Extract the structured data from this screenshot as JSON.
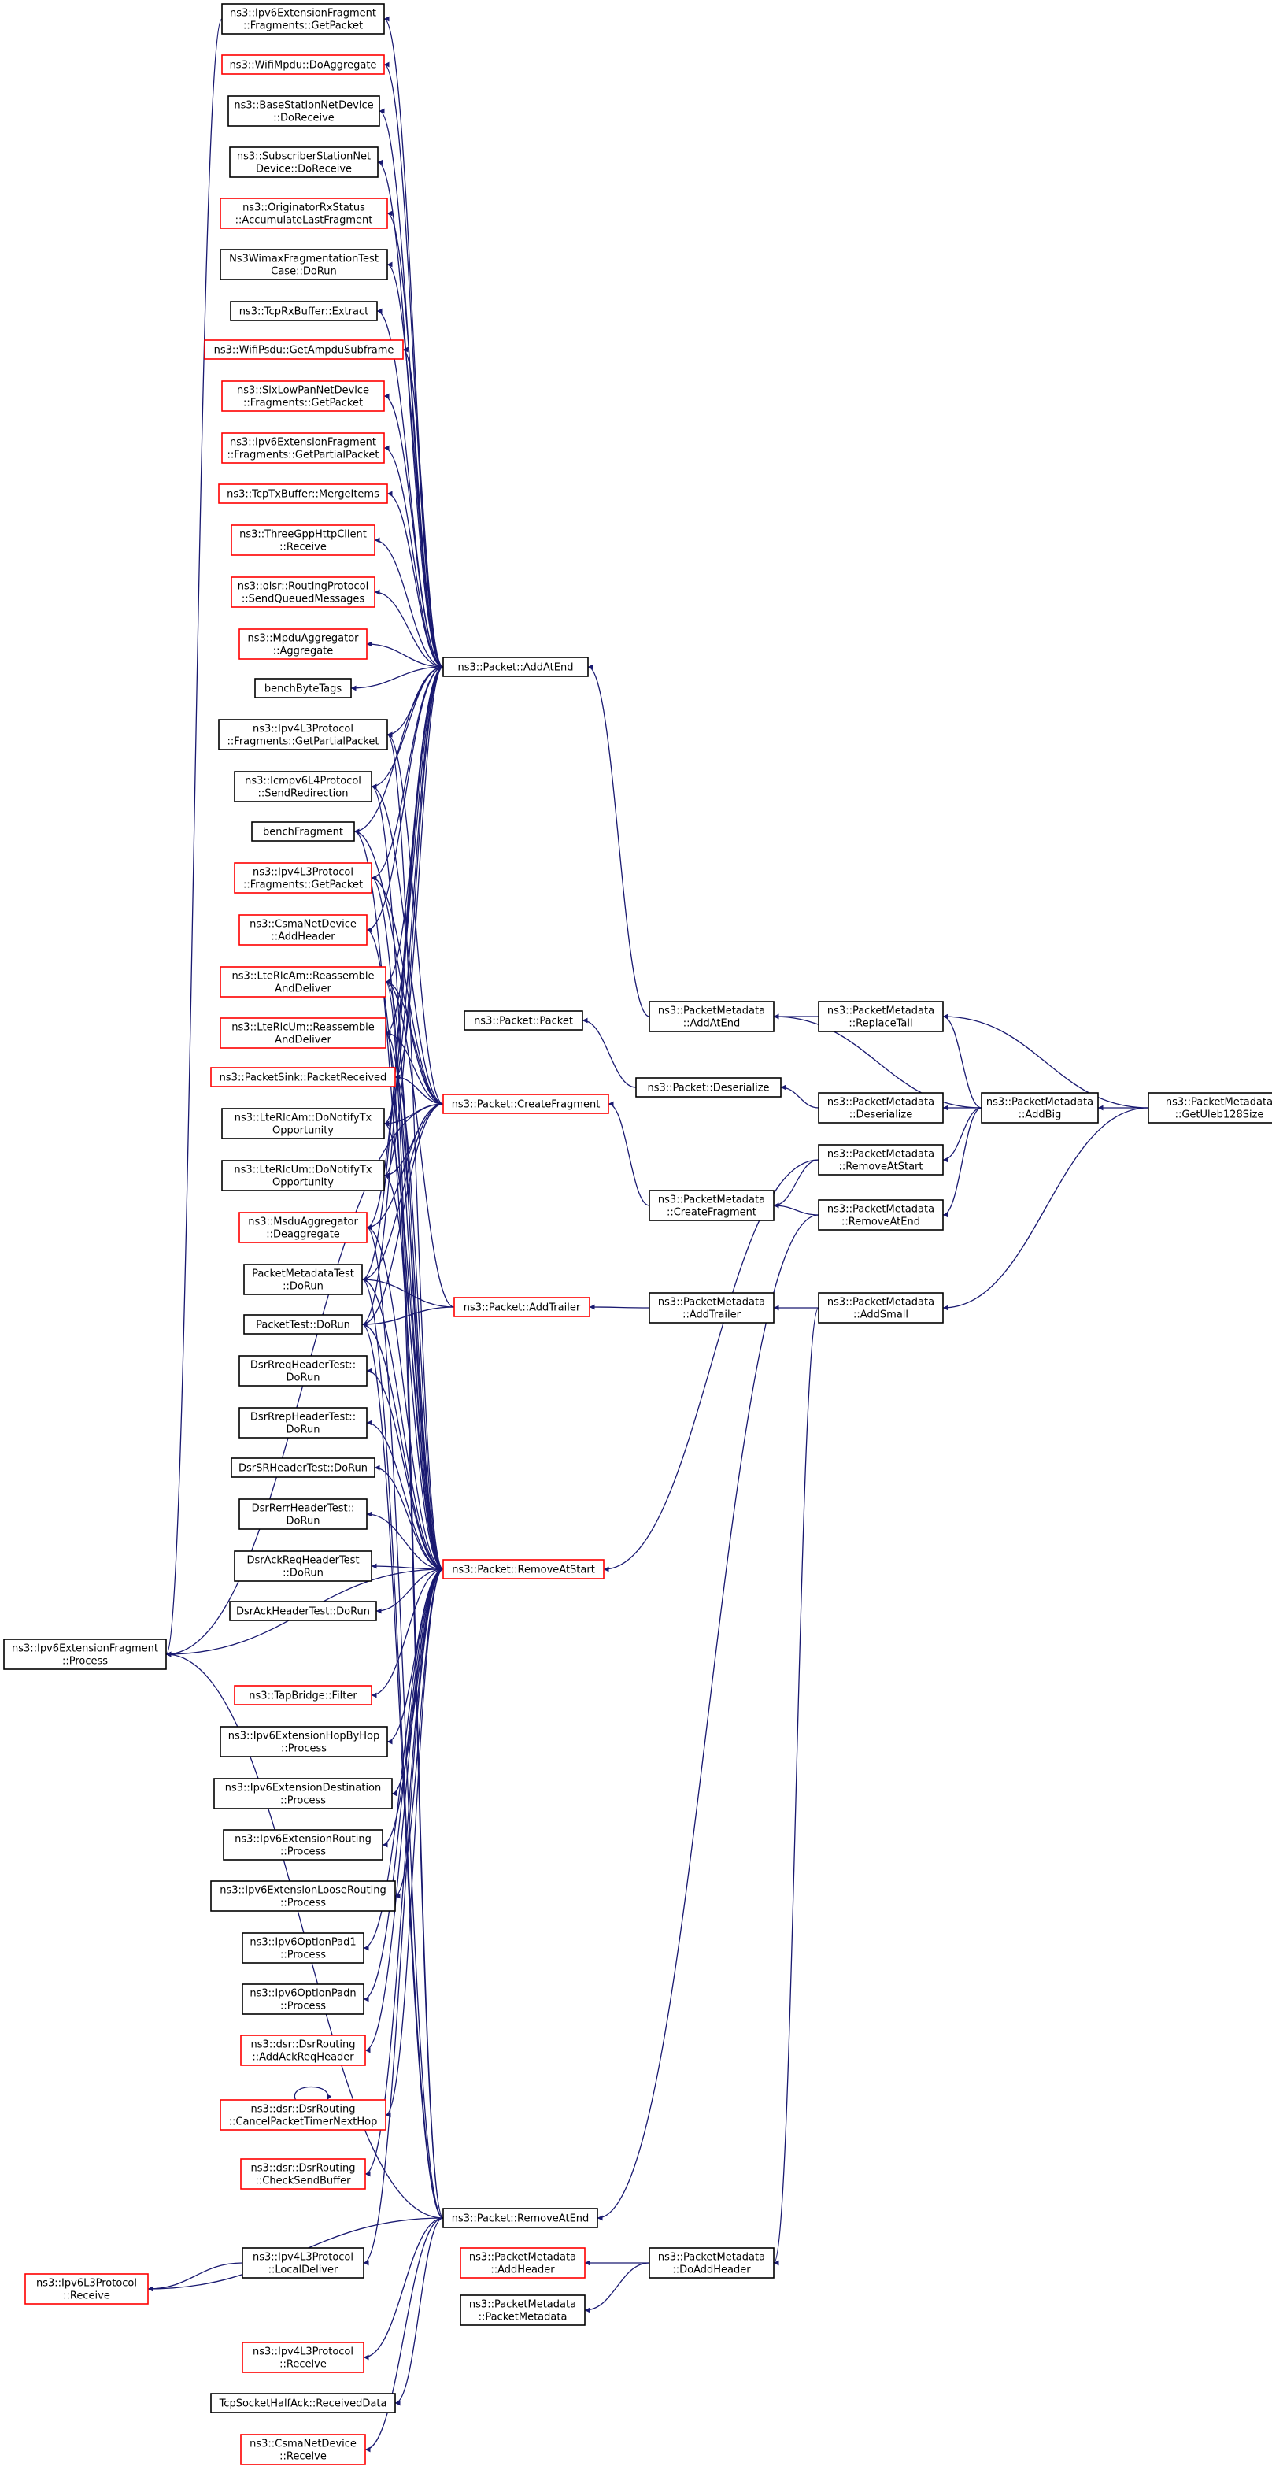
{
  "colors": {
    "edge": "#191970",
    "border_normal": "#000000",
    "border_truncated": "#ff0000",
    "fill_root": "#bfbfbf",
    "fill_normal": "#ffffff",
    "text": "#000000"
  },
  "nodes": [
    {
      "id": "n_getuleb",
      "lines": [
        "ns3::PacketMetadata",
        "::GetUleb128Size"
      ],
      "style": "root"
    },
    {
      "id": "n_addbig",
      "lines": [
        "ns3::PacketMetadata",
        "::AddBig"
      ],
      "style": "normal"
    },
    {
      "id": "n_addsmall",
      "lines": [
        "ns3::PacketMetadata",
        "::AddSmall"
      ],
      "style": "normal"
    },
    {
      "id": "n_replacetail",
      "lines": [
        "ns3::PacketMetadata",
        "::ReplaceTail"
      ],
      "style": "normal"
    },
    {
      "id": "n_pm_deserialize",
      "lines": [
        "ns3::PacketMetadata",
        "::Deserialize"
      ],
      "style": "normal"
    },
    {
      "id": "n_pm_removeatstart",
      "lines": [
        "ns3::PacketMetadata",
        "::RemoveAtStart"
      ],
      "style": "normal"
    },
    {
      "id": "n_pm_removeatend",
      "lines": [
        "ns3::PacketMetadata",
        "::RemoveAtEnd"
      ],
      "style": "normal"
    },
    {
      "id": "n_pm_addatend",
      "lines": [
        "ns3::PacketMetadata",
        "::AddAtEnd"
      ],
      "style": "normal"
    },
    {
      "id": "n_pm_createfragment",
      "lines": [
        "ns3::PacketMetadata",
        "::CreateFragment"
      ],
      "style": "normal"
    },
    {
      "id": "n_pm_addtrailer",
      "lines": [
        "ns3::PacketMetadata",
        "::AddTrailer"
      ],
      "style": "normal"
    },
    {
      "id": "n_pm_doaddheader",
      "lines": [
        "ns3::PacketMetadata",
        "::DoAddHeader"
      ],
      "style": "normal"
    },
    {
      "id": "n_packet_deserialize",
      "lines": [
        "ns3::Packet::Deserialize"
      ],
      "style": "normal"
    },
    {
      "id": "n_packet_packet",
      "lines": [
        "ns3::Packet::Packet"
      ],
      "style": "normal"
    },
    {
      "id": "n_packet_addatend",
      "lines": [
        "ns3::Packet::AddAtEnd"
      ],
      "style": "normal"
    },
    {
      "id": "n_packet_createfragment",
      "lines": [
        "ns3::Packet::CreateFragment"
      ],
      "style": "truncated"
    },
    {
      "id": "n_packet_addtrailer",
      "lines": [
        "ns3::Packet::AddTrailer"
      ],
      "style": "truncated"
    },
    {
      "id": "n_packet_removeatstart",
      "lines": [
        "ns3::Packet::RemoveAtStart"
      ],
      "style": "truncated"
    },
    {
      "id": "n_packet_removeatend",
      "lines": [
        "ns3::Packet::RemoveAtEnd"
      ],
      "style": "normal"
    },
    {
      "id": "n_pm_addheader",
      "lines": [
        "ns3::PacketMetadata",
        "::AddHeader"
      ],
      "style": "truncated"
    },
    {
      "id": "n_pm_packetmetadata",
      "lines": [
        "ns3::PacketMetadata",
        "::PacketMetadata"
      ],
      "style": "normal"
    },
    {
      "id": "n_ipv6frag_getpacket",
      "lines": [
        "ns3::Ipv6ExtensionFragment",
        "::Fragments::GetPacket"
      ],
      "style": "normal"
    },
    {
      "id": "n_wifimpdu",
      "lines": [
        "ns3::WifiMpdu::DoAggregate"
      ],
      "style": "truncated"
    },
    {
      "id": "n_bsnd",
      "lines": [
        "ns3::BaseStationNetDevice",
        "::DoReceive"
      ],
      "style": "normal"
    },
    {
      "id": "n_ssnd",
      "lines": [
        "ns3::SubscriberStationNet",
        "Device::DoReceive"
      ],
      "style": "normal"
    },
    {
      "id": "n_origrx",
      "lines": [
        "ns3::OriginatorRxStatus",
        "::AccumulateLastFragment"
      ],
      "style": "truncated"
    },
    {
      "id": "n_wimaxfrag",
      "lines": [
        "Ns3WimaxFragmentationTest",
        "Case::DoRun"
      ],
      "style": "normal"
    },
    {
      "id": "n_tcprx",
      "lines": [
        "ns3::TcpRxBuffer::Extract"
      ],
      "style": "normal"
    },
    {
      "id": "n_wifipsdu",
      "lines": [
        "ns3::WifiPsdu::GetAmpduSubframe"
      ],
      "style": "truncated"
    },
    {
      "id": "n_sixlowpan",
      "lines": [
        "ns3::SixLowPanNetDevice",
        "::Fragments::GetPacket"
      ],
      "style": "truncated"
    },
    {
      "id": "n_ipv6frag_partial",
      "lines": [
        "ns3::Ipv6ExtensionFragment",
        "::Fragments::GetPartialPacket"
      ],
      "style": "truncated"
    },
    {
      "id": "n_tcptx",
      "lines": [
        "ns3::TcpTxBuffer::MergeItems"
      ],
      "style": "truncated"
    },
    {
      "id": "n_threegpp",
      "lines": [
        "ns3::ThreeGppHttpClient",
        "::Receive"
      ],
      "style": "truncated"
    },
    {
      "id": "n_olsr",
      "lines": [
        "ns3::olsr::RoutingProtocol",
        "::SendQueuedMessages"
      ],
      "style": "truncated"
    },
    {
      "id": "n_mpduagg",
      "lines": [
        "ns3::MpduAggregator",
        "::Aggregate"
      ],
      "style": "truncated"
    },
    {
      "id": "n_benchbytetags",
      "lines": [
        "benchByteTags"
      ],
      "style": "normal"
    },
    {
      "id": "n_ipv4l3_partial",
      "lines": [
        "ns3::Ipv4L3Protocol",
        "::Fragments::GetPartialPacket"
      ],
      "style": "normal"
    },
    {
      "id": "n_icmpv6",
      "lines": [
        "ns3::Icmpv6L4Protocol",
        "::SendRedirection"
      ],
      "style": "normal"
    },
    {
      "id": "n_benchfragment",
      "lines": [
        "benchFragment"
      ],
      "style": "normal"
    },
    {
      "id": "n_ipv4l3_getpacket",
      "lines": [
        "ns3::Ipv4L3Protocol",
        "::Fragments::GetPacket"
      ],
      "style": "truncated"
    },
    {
      "id": "n_csma_addheader",
      "lines": [
        "ns3::CsmaNetDevice",
        "::AddHeader"
      ],
      "style": "truncated"
    },
    {
      "id": "n_lterlcam",
      "lines": [
        "ns3::LteRlcAm::Reassemble",
        "AndDeliver"
      ],
      "style": "truncated"
    },
    {
      "id": "n_lterlcum",
      "lines": [
        "ns3::LteRlcUm::Reassemble",
        "AndDeliver"
      ],
      "style": "truncated"
    },
    {
      "id": "n_packetsink",
      "lines": [
        "ns3::PacketSink::PacketReceived"
      ],
      "style": "truncated"
    },
    {
      "id": "n_lterlcam_tx",
      "lines": [
        "ns3::LteRlcAm::DoNotifyTx",
        "Opportunity"
      ],
      "style": "normal"
    },
    {
      "id": "n_lterlcum_tx",
      "lines": [
        "ns3::LteRlcUm::DoNotifyTx",
        "Opportunity"
      ],
      "style": "normal"
    },
    {
      "id": "n_msduagg",
      "lines": [
        "ns3::MsduAggregator",
        "::Deaggregate"
      ],
      "style": "truncated"
    },
    {
      "id": "n_pmtest",
      "lines": [
        "PacketMetadataTest",
        "::DoRun"
      ],
      "style": "normal"
    },
    {
      "id": "n_packettest",
      "lines": [
        "PacketTest::DoRun"
      ],
      "style": "normal"
    },
    {
      "id": "n_dsrrreq",
      "lines": [
        "DsrRreqHeaderTest::",
        "DoRun"
      ],
      "style": "normal"
    },
    {
      "id": "n_dsrrrep",
      "lines": [
        "DsrRrepHeaderTest::",
        "DoRun"
      ],
      "style": "normal"
    },
    {
      "id": "n_dsrsr",
      "lines": [
        "DsrSRHeaderTest::DoRun"
      ],
      "style": "normal"
    },
    {
      "id": "n_dsrrerr",
      "lines": [
        "DsrRerrHeaderTest::",
        "DoRun"
      ],
      "style": "normal"
    },
    {
      "id": "n_dsrackreq",
      "lines": [
        "DsrAckReqHeaderTest",
        "::DoRun"
      ],
      "style": "normal"
    },
    {
      "id": "n_dsrack",
      "lines": [
        "DsrAckHeaderTest::DoRun"
      ],
      "style": "normal"
    },
    {
      "id": "n_ipv6frag_process",
      "lines": [
        "ns3::Ipv6ExtensionFragment",
        "::Process"
      ],
      "style": "normal"
    },
    {
      "id": "n_tapbridge",
      "lines": [
        "ns3::TapBridge::Filter"
      ],
      "style": "truncated"
    },
    {
      "id": "n_ipv6hopbyhop",
      "lines": [
        "ns3::Ipv6ExtensionHopByHop",
        "::Process"
      ],
      "style": "normal"
    },
    {
      "id": "n_ipv6dest",
      "lines": [
        "ns3::Ipv6ExtensionDestination",
        "::Process"
      ],
      "style": "normal"
    },
    {
      "id": "n_ipv6routing",
      "lines": [
        "ns3::Ipv6ExtensionRouting",
        "::Process"
      ],
      "style": "normal"
    },
    {
      "id": "n_ipv6loose",
      "lines": [
        "ns3::Ipv6ExtensionLooseRouting",
        "::Process"
      ],
      "style": "normal"
    },
    {
      "id": "n_ipv6pad1",
      "lines": [
        "ns3::Ipv6OptionPad1",
        "::Process"
      ],
      "style": "normal"
    },
    {
      "id": "n_ipv6padn",
      "lines": [
        "ns3::Ipv6OptionPadn",
        "::Process"
      ],
      "style": "normal"
    },
    {
      "id": "n_dsr_addack",
      "lines": [
        "ns3::dsr::DsrRouting",
        "::AddAckReqHeader"
      ],
      "style": "truncated"
    },
    {
      "id": "n_dsr_cancel",
      "lines": [
        "ns3::dsr::DsrRouting",
        "::CancelPacketTimerNextHop"
      ],
      "style": "truncated"
    },
    {
      "id": "n_dsr_checksend",
      "lines": [
        "ns3::dsr::DsrRouting",
        "::CheckSendBuffer"
      ],
      "style": "truncated"
    },
    {
      "id": "n_ipv6l3_receive",
      "lines": [
        "ns3::Ipv6L3Protocol",
        "::Receive"
      ],
      "style": "truncated"
    },
    {
      "id": "n_ipv4l3_localdeliver",
      "lines": [
        "ns3::Ipv4L3Protocol",
        "::LocalDeliver"
      ],
      "style": "normal"
    },
    {
      "id": "n_ipv4l3_receive",
      "lines": [
        "ns3::Ipv4L3Protocol",
        "::Receive"
      ],
      "style": "truncated"
    },
    {
      "id": "n_tcphalfack",
      "lines": [
        "TcpSocketHalfAck::ReceivedData"
      ],
      "style": "normal"
    },
    {
      "id": "n_csma_receive",
      "lines": [
        "ns3::CsmaNetDevice",
        "::Receive"
      ],
      "style": "truncated"
    }
  ],
  "edges": [
    [
      "n_addbig",
      "n_getuleb"
    ],
    [
      "n_addsmall",
      "n_getuleb"
    ],
    [
      "n_replacetail",
      "n_getuleb"
    ],
    [
      "n_replacetail",
      "n_addbig"
    ],
    [
      "n_pm_deserialize",
      "n_addbig"
    ],
    [
      "n_pm_removeatstart",
      "n_addbig"
    ],
    [
      "n_pm_removeatend",
      "n_addbig"
    ],
    [
      "n_pm_addatend",
      "n_addbig"
    ],
    [
      "n_pm_addatend",
      "n_replacetail"
    ],
    [
      "n_packet_deserialize",
      "n_pm_deserialize"
    ],
    [
      "n_packet_packet",
      "n_packet_deserialize"
    ],
    [
      "n_pm_createfragment",
      "n_pm_removeatstart"
    ],
    [
      "n_pm_createfragment",
      "n_pm_removeatend"
    ],
    [
      "n_pm_addtrailer",
      "n_addsmall"
    ],
    [
      "n_pm_doaddheader",
      "n_addsmall"
    ],
    [
      "n_packet_addatend",
      "n_pm_addatend"
    ],
    [
      "n_packet_createfragment",
      "n_pm_createfragment"
    ],
    [
      "n_packet_addtrailer",
      "n_pm_addtrailer"
    ],
    [
      "n_packet_removeatstart",
      "n_pm_removeatstart"
    ],
    [
      "n_packet_removeatend",
      "n_pm_removeatend"
    ],
    [
      "n_pm_addheader",
      "n_pm_doaddheader"
    ],
    [
      "n_pm_packetmetadata",
      "n_pm_doaddheader"
    ],
    [
      "n_ipv6frag_getpacket",
      "n_packet_addatend"
    ],
    [
      "n_wifimpdu",
      "n_packet_addatend"
    ],
    [
      "n_bsnd",
      "n_packet_addatend"
    ],
    [
      "n_ssnd",
      "n_packet_addatend"
    ],
    [
      "n_origrx",
      "n_packet_addatend"
    ],
    [
      "n_wimaxfrag",
      "n_packet_addatend"
    ],
    [
      "n_tcprx",
      "n_packet_addatend"
    ],
    [
      "n_wifipsdu",
      "n_packet_addatend"
    ],
    [
      "n_sixlowpan",
      "n_packet_addatend"
    ],
    [
      "n_ipv6frag_partial",
      "n_packet_addatend"
    ],
    [
      "n_tcptx",
      "n_packet_addatend"
    ],
    [
      "n_threegpp",
      "n_packet_addatend"
    ],
    [
      "n_olsr",
      "n_packet_addatend"
    ],
    [
      "n_mpduagg",
      "n_packet_addatend"
    ],
    [
      "n_benchbytetags",
      "n_packet_addatend"
    ],
    [
      "n_ipv4l3_partial",
      "n_packet_addatend"
    ],
    [
      "n_icmpv6",
      "n_packet_addatend"
    ],
    [
      "n_benchfragment",
      "n_packet_addatend"
    ],
    [
      "n_ipv4l3_getpacket",
      "n_packet_addatend"
    ],
    [
      "n_csma_addheader",
      "n_packet_addatend"
    ],
    [
      "n_lterlcam",
      "n_packet_addatend"
    ],
    [
      "n_lterlcum",
      "n_packet_addatend"
    ],
    [
      "n_packetsink",
      "n_packet_addatend"
    ],
    [
      "n_lterlcam_tx",
      "n_packet_addatend"
    ],
    [
      "n_lterlcum_tx",
      "n_packet_addatend"
    ],
    [
      "n_msduagg",
      "n_packet_addatend"
    ],
    [
      "n_pmtest",
      "n_packet_addatend"
    ],
    [
      "n_packettest",
      "n_packet_addatend"
    ],
    [
      "n_ipv4l3_partial",
      "n_packet_createfragment"
    ],
    [
      "n_icmpv6",
      "n_packet_createfragment"
    ],
    [
      "n_benchfragment",
      "n_packet_createfragment"
    ],
    [
      "n_ipv4l3_getpacket",
      "n_packet_createfragment"
    ],
    [
      "n_lterlcam",
      "n_packet_createfragment"
    ],
    [
      "n_lterlcum",
      "n_packet_createfragment"
    ],
    [
      "n_packetsink",
      "n_packet_createfragment"
    ],
    [
      "n_lterlcam_tx",
      "n_packet_createfragment"
    ],
    [
      "n_lterlcum_tx",
      "n_packet_createfragment"
    ],
    [
      "n_msduagg",
      "n_packet_createfragment"
    ],
    [
      "n_pmtest",
      "n_packet_createfragment"
    ],
    [
      "n_packettest",
      "n_packet_createfragment"
    ],
    [
      "n_ipv6frag_process",
      "n_packet_createfragment"
    ],
    [
      "n_lterlcam",
      "n_packet_addtrailer"
    ],
    [
      "n_pmtest",
      "n_packet_addtrailer"
    ],
    [
      "n_packettest",
      "n_packet_addtrailer"
    ],
    [
      "n_ipv4l3_partial",
      "n_packet_removeatstart"
    ],
    [
      "n_icmpv6",
      "n_packet_removeatstart"
    ],
    [
      "n_benchfragment",
      "n_packet_removeatstart"
    ],
    [
      "n_ipv4l3_getpacket",
      "n_packet_removeatstart"
    ],
    [
      "n_csma_addheader",
      "n_packet_removeatstart"
    ],
    [
      "n_lterlcam",
      "n_packet_removeatstart"
    ],
    [
      "n_lterlcum",
      "n_packet_removeatstart"
    ],
    [
      "n_packetsink",
      "n_packet_removeatstart"
    ],
    [
      "n_lterlcam_tx",
      "n_packet_removeatstart"
    ],
    [
      "n_lterlcum_tx",
      "n_packet_removeatstart"
    ],
    [
      "n_msduagg",
      "n_packet_removeatstart"
    ],
    [
      "n_pmtest",
      "n_packet_removeatstart"
    ],
    [
      "n_packettest",
      "n_packet_removeatstart"
    ],
    [
      "n_dsrrreq",
      "n_packet_removeatstart"
    ],
    [
      "n_dsrrrep",
      "n_packet_removeatstart"
    ],
    [
      "n_dsrsr",
      "n_packet_removeatstart"
    ],
    [
      "n_dsrrerr",
      "n_packet_removeatstart"
    ],
    [
      "n_dsrackreq",
      "n_packet_removeatstart"
    ],
    [
      "n_dsrack",
      "n_packet_removeatstart"
    ],
    [
      "n_ipv6frag_process",
      "n_packet_removeatstart"
    ],
    [
      "n_tapbridge",
      "n_packet_removeatstart"
    ],
    [
      "n_ipv6hopbyhop",
      "n_packet_removeatstart"
    ],
    [
      "n_ipv6dest",
      "n_packet_removeatstart"
    ],
    [
      "n_ipv6routing",
      "n_packet_removeatstart"
    ],
    [
      "n_ipv6loose",
      "n_packet_removeatstart"
    ],
    [
      "n_ipv6pad1",
      "n_packet_removeatstart"
    ],
    [
      "n_ipv6padn",
      "n_packet_removeatstart"
    ],
    [
      "n_dsr_addack",
      "n_packet_removeatstart"
    ],
    [
      "n_dsr_cancel",
      "n_packet_removeatstart"
    ],
    [
      "n_dsr_checksend",
      "n_packet_removeatstart"
    ],
    [
      "n_ipv4l3_localdeliver",
      "n_packet_removeatstart"
    ],
    [
      "n_ipv6frag_process",
      "n_packet_removeatend"
    ],
    [
      "n_ipv6l3_receive",
      "n_packet_removeatend"
    ],
    [
      "n_ipv4l3_receive",
      "n_packet_removeatend"
    ],
    [
      "n_tcphalfack",
      "n_packet_removeatend"
    ],
    [
      "n_csma_receive",
      "n_packet_removeatend"
    ],
    [
      "n_pmtest",
      "n_packet_removeatend"
    ],
    [
      "n_packettest",
      "n_packet_removeatend"
    ],
    [
      "n_lterlcam",
      "n_packet_removeatend"
    ],
    [
      "n_lterlcum",
      "n_packet_removeatend"
    ],
    [
      "n_msduagg",
      "n_packet_removeatend"
    ],
    [
      "n_ipv6l3_receive",
      "n_ipv4l3_localdeliver"
    ],
    [
      "n_ipv6frag_process",
      "n_ipv6frag_getpacket"
    ],
    [
      "n_dsr_cancel",
      "n_dsr_cancel"
    ]
  ]
}
